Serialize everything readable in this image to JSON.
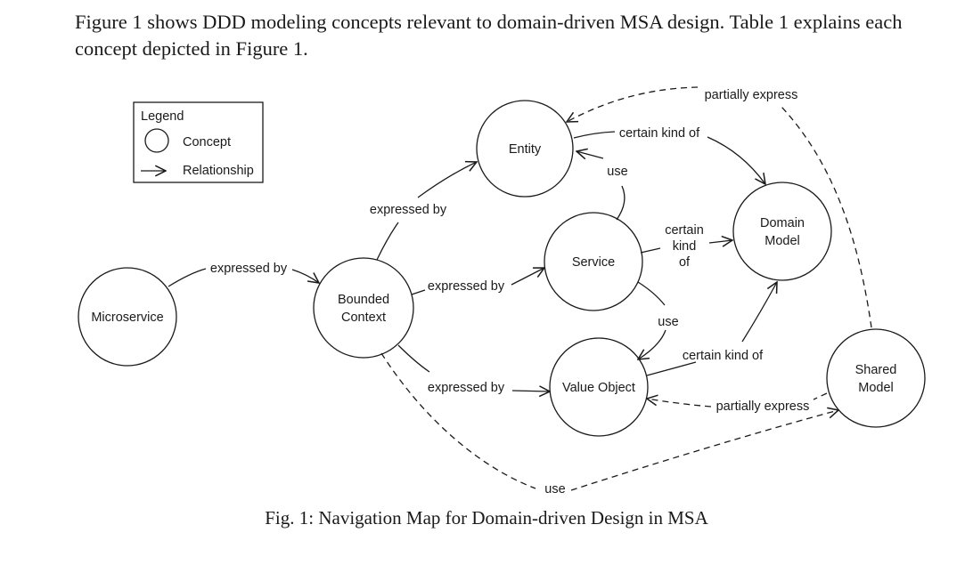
{
  "intro": "Figure 1 shows DDD modeling concepts relevant to domain-driven MSA design. Table 1 explains each concept depicted in Figure 1.",
  "caption": "Fig. 1: Navigation Map for Domain-driven Design in MSA",
  "colors": {
    "ink": "#1a1a1a",
    "background": "#ffffff"
  },
  "legend": {
    "title": "Legend",
    "items": [
      {
        "symbol": "circle",
        "label": "Concept"
      },
      {
        "symbol": "arrow",
        "label": "Relationship"
      }
    ]
  },
  "nodes": [
    {
      "id": "microservice",
      "lines": [
        "Microservice"
      ]
    },
    {
      "id": "bounded-context",
      "lines": [
        "Bounded",
        "Context"
      ]
    },
    {
      "id": "entity",
      "lines": [
        "Entity"
      ]
    },
    {
      "id": "service",
      "lines": [
        "Service"
      ]
    },
    {
      "id": "value-object",
      "lines": [
        "Value Object"
      ]
    },
    {
      "id": "domain-model",
      "lines": [
        "Domain",
        "Model"
      ]
    },
    {
      "id": "shared-model",
      "lines": [
        "Shared",
        "Model"
      ]
    }
  ],
  "edges": [
    {
      "from": "Microservice",
      "to": "Bounded Context",
      "label": "expressed by",
      "style": "solid"
    },
    {
      "from": "Bounded Context",
      "to": "Entity",
      "label": "expressed by",
      "style": "solid"
    },
    {
      "from": "Bounded Context",
      "to": "Service",
      "label": "expressed by",
      "style": "solid"
    },
    {
      "from": "Bounded Context",
      "to": "Value Object",
      "label": "expressed by",
      "style": "solid"
    },
    {
      "from": "Service",
      "to": "Entity",
      "label": "use",
      "style": "solid"
    },
    {
      "from": "Service",
      "to": "Value Object",
      "label": "use",
      "style": "solid"
    },
    {
      "from": "Entity",
      "to": "Domain Model",
      "label": "certain kind of",
      "style": "solid"
    },
    {
      "from": "Service",
      "to": "Domain Model",
      "label": "certain kind of",
      "style": "solid",
      "label_lines": [
        "certain",
        "kind",
        "of"
      ]
    },
    {
      "from": "Value Object",
      "to": "Domain Model",
      "label": "certain kind of",
      "style": "solid"
    },
    {
      "from": "Shared Model",
      "to": "Entity",
      "label": "partially express",
      "style": "dashed"
    },
    {
      "from": "Shared Model",
      "to": "Value Object",
      "label": "partially express",
      "style": "dashed"
    },
    {
      "from": "Bounded Context",
      "to": "Shared Model",
      "label": "use",
      "style": "dashed"
    }
  ]
}
